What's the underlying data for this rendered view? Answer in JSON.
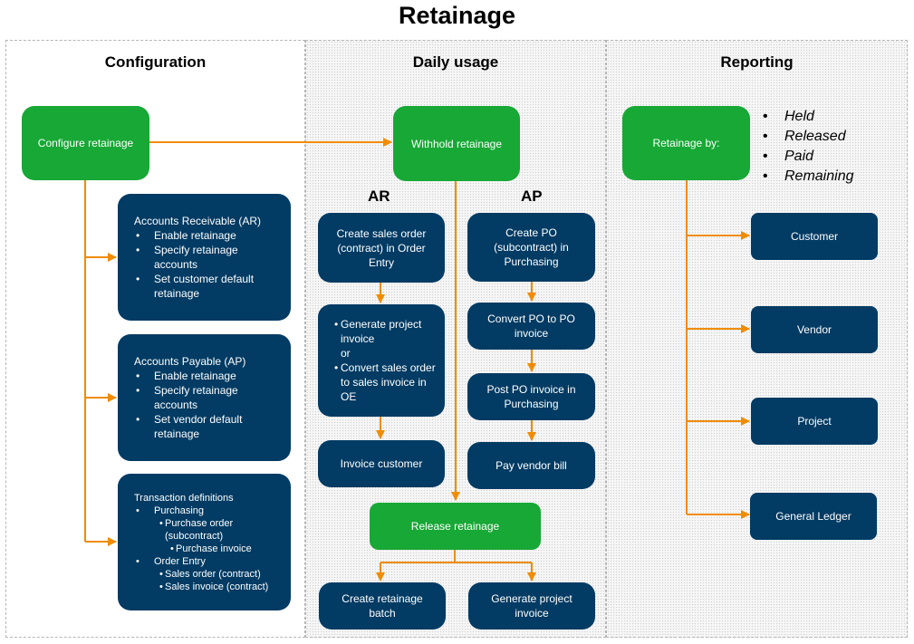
{
  "title": "Retainage",
  "panels": {
    "configuration": "Configuration",
    "daily": "Daily usage",
    "reporting": "Reporting"
  },
  "config": {
    "configure": "Configure retainage",
    "ar": {
      "heading": "Accounts Receivable (AR)",
      "items": [
        "Enable retainage",
        "Specify retainage accounts",
        "Set customer default retainage"
      ]
    },
    "ap": {
      "heading": "Accounts Payable (AP)",
      "items": [
        "Enable retainage",
        "Specify retainage accounts",
        "Set vendor default retainage"
      ]
    },
    "td": {
      "heading": "Transaction definitions",
      "purchasing": "Purchasing",
      "purchase_order": "Purchase order (subcontract)",
      "purchase_invoice": "Purchase invoice",
      "order_entry": "Order Entry",
      "sales_order": "Sales order (contract)",
      "sales_invoice": "Sales invoice (contract)"
    }
  },
  "daily": {
    "withhold": "Withhold retainage",
    "ar_label": "AR",
    "ap_label": "AP",
    "ar_steps": {
      "create_sales_order": "Create sales order (contract) in Order Entry",
      "generate_a": "Generate project invoice",
      "or": "or",
      "generate_b": "Convert sales order to sales invoice in OE",
      "invoice_customer": "Invoice customer"
    },
    "ap_steps": {
      "create_po": "Create PO (subcontract) in Purchasing",
      "convert_po": "Convert PO to PO invoice",
      "post_po": "Post PO invoice in Purchasing",
      "pay_vendor": "Pay vendor bill"
    },
    "release": "Release retainage",
    "create_batch": "Create retainage batch",
    "generate_project_invoice": "Generate project invoice"
  },
  "reporting": {
    "retainage_by": "Retainage by:",
    "states": [
      "Held",
      "Released",
      "Paid",
      "Remaining"
    ],
    "customer": "Customer",
    "vendor": "Vendor",
    "project": "Project",
    "gl": "General Ledger"
  },
  "colors": {
    "green": "#17a835",
    "navy": "#023b63",
    "arrow": "#f08c00"
  }
}
